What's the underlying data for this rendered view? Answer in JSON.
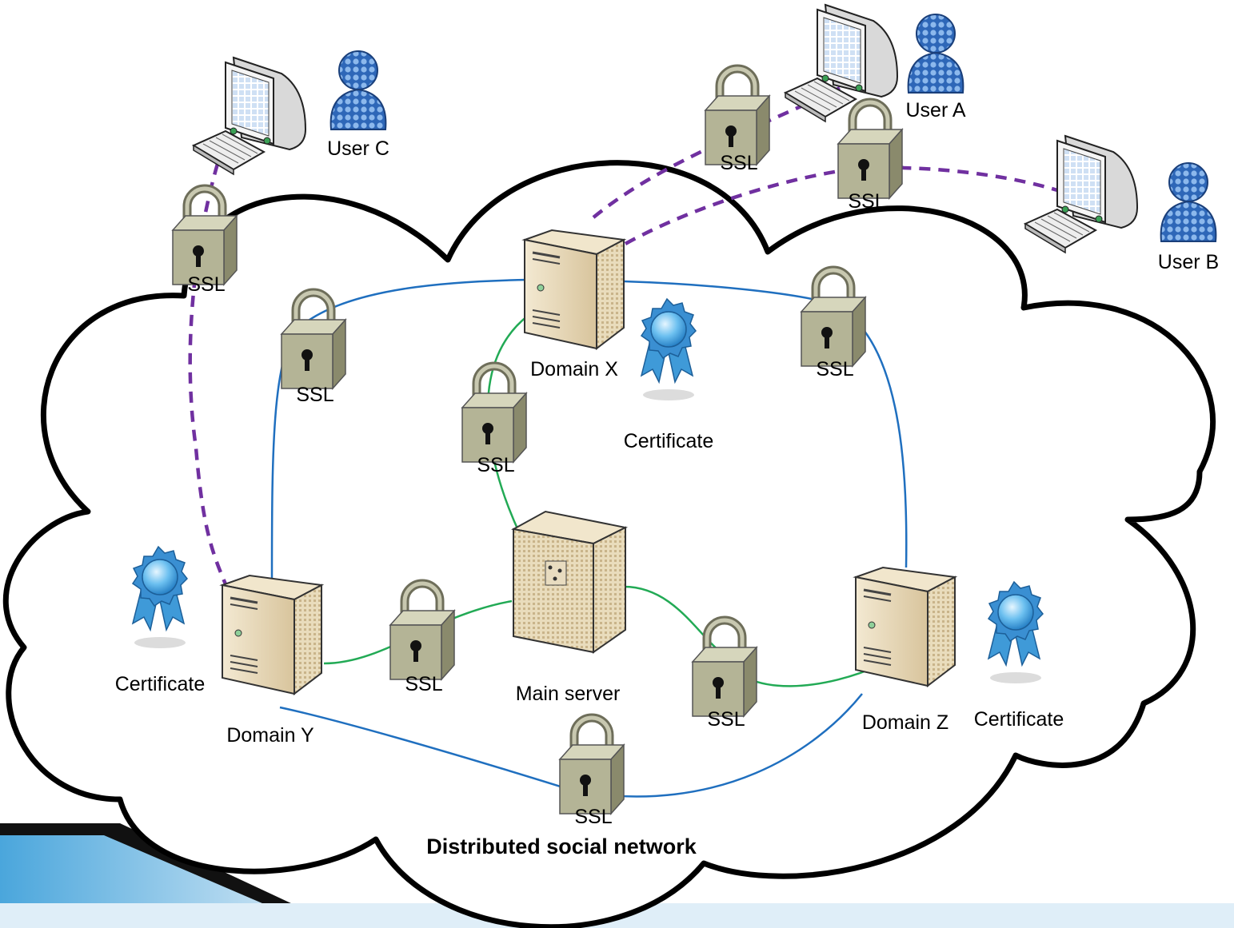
{
  "diagram": {
    "title": "Distributed social network",
    "users": {
      "user_a": "User A",
      "user_b": "User B",
      "user_c": "User C"
    },
    "servers": {
      "domain_x": "Domain X",
      "domain_y": "Domain Y",
      "domain_z": "Domain Z",
      "main": "Main server"
    },
    "ssl_label": "SSL",
    "certificate_label": "Certificate",
    "colors": {
      "cloud_outline": "#000000",
      "dashed_user_link": "#7030a0",
      "domain_ring_link": "#1f6fbf",
      "main_server_link": "#22aa55",
      "lock_body": "#b8b89a",
      "server_body": "#e7d7b4",
      "certificate": "#4aa0e0",
      "slide_accent": "#5ab4e6"
    }
  }
}
